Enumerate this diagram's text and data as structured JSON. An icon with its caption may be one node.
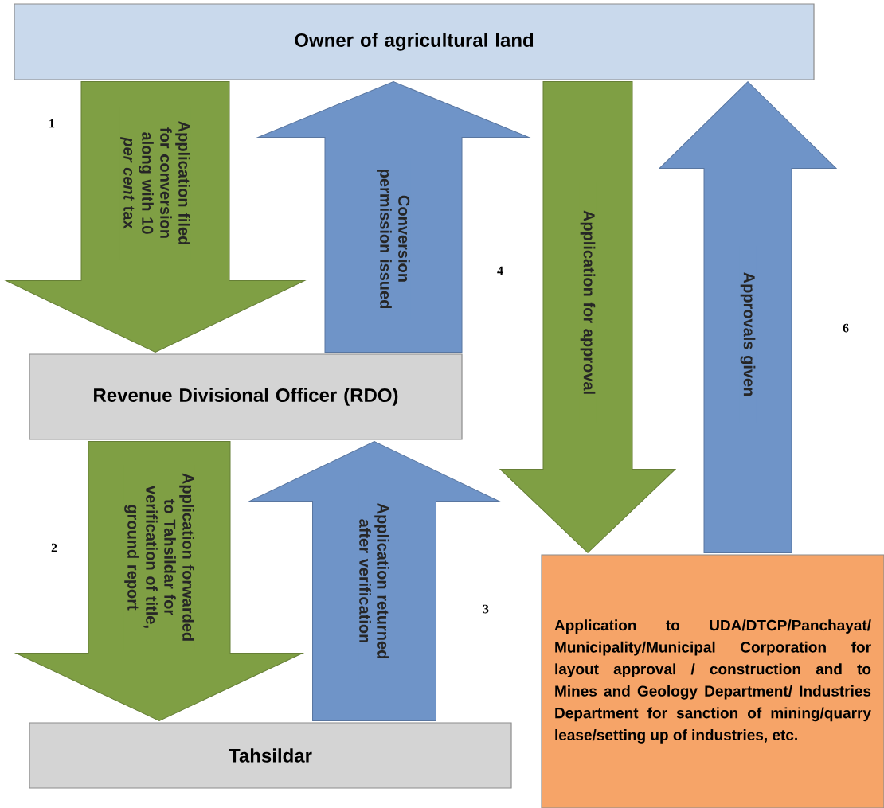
{
  "diagram": {
    "nodes": [
      {
        "text": [
          "Owner of agricultural land"
        ]
      },
      {
        "text": [
          "Revenue Divisional Officer (RDO)"
        ]
      },
      {
        "text": [
          "Tahsildar"
        ]
      },
      {
        "text": [
          "Application to UDA/DTCP/Panchayat/ Municipality/Municipal Corporation for layout approval / construction and to Mines and Geology Department/ Industries Department for sanction of mining/quarry lease/setting up of industries, etc."
        ]
      }
    ],
    "edges": [
      {
        "from": 0,
        "to": 1,
        "arrow": "to",
        "label": "Application filed for conversion along with 10 *per cent* tax"
      },
      {
        "from": 1,
        "to": 0,
        "arrow": "to",
        "label": "Conversion permission issued",
        "color": "#6f94c8"
      },
      {
        "from": 1,
        "to": 2,
        "arrow": "to",
        "label": "Application forwarded to Tahsildar for verification of title, ground report"
      },
      {
        "from": 2,
        "to": 1,
        "arrow": "to",
        "label": "Application returned after verification",
        "color": "#6f94c8"
      },
      {
        "from": 0,
        "to": 3,
        "arrow": "to",
        "label": "Application for approval"
      },
      {
        "from": 3,
        "to": 0,
        "arrow": "to",
        "label": "Approvals given",
        "color": "#6f94c8"
      }
    ],
    "labels": [
      "1",
      "4",
      "6",
      "2",
      "3"
    ]
  }
}
